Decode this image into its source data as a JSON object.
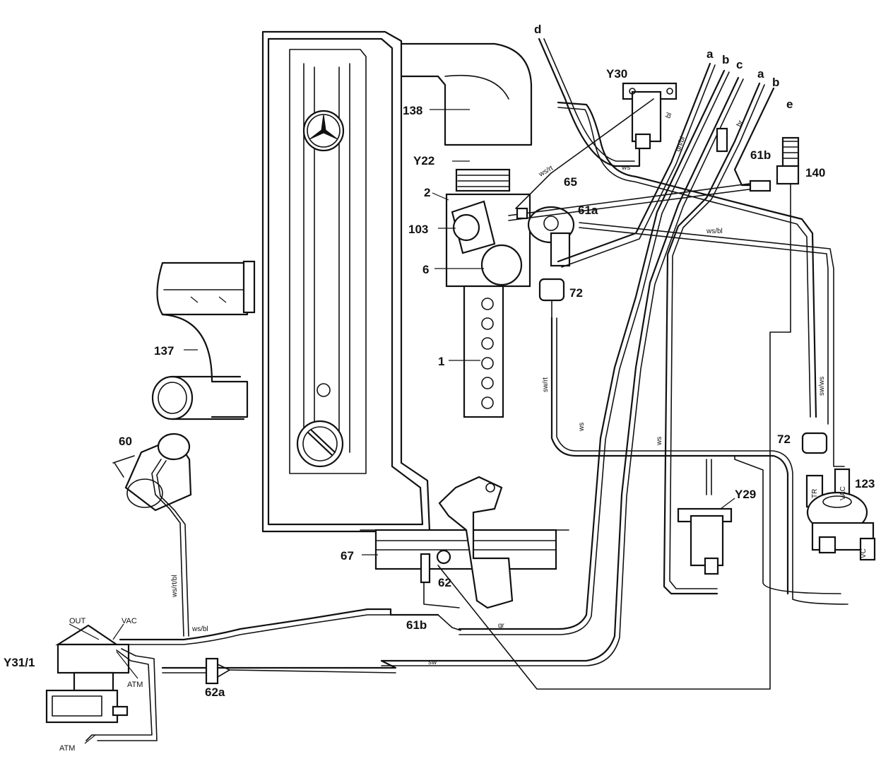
{
  "labels": {
    "d": "d",
    "a1": "a",
    "b1": "b",
    "c": "c",
    "a2": "a",
    "b2": "b",
    "e": "e",
    "y30": "Y30",
    "l138": "138",
    "y22": "Y22",
    "l2": "2",
    "l65": "65",
    "l61a": "61a",
    "l103": "103",
    "l6": "6",
    "l72a": "72",
    "l1": "1",
    "l137": "137",
    "l60": "60",
    "l61b_top": "61b",
    "l140": "140",
    "l72b": "72",
    "l123": "123",
    "y29": "Y29",
    "l67": "67",
    "l62": "62",
    "l61b_bot": "61b",
    "l62a": "62a",
    "y31": "Y31/1",
    "out": "OUT",
    "vac": "VAC",
    "atm1": "ATM",
    "atm2": "ATM"
  },
  "wire_codes": {
    "ws_rt": "ws/rt",
    "ws_bl_top": "ws/bl",
    "ws_top": "ws",
    "sw_rt": "sw/rt",
    "ws_mid": "ws",
    "ws_right": "ws",
    "sw_ws": "sw/ws",
    "ws_rt_bl": "ws/rt/bl",
    "ws_bl_bot": "ws/bl",
    "gr": "gr",
    "sw": "sw",
    "bl": "bl",
    "br": "br",
    "gn_bl": "gn/bl",
    "vc": "VC",
    "tr": "TR",
    "ww": "VAC"
  }
}
